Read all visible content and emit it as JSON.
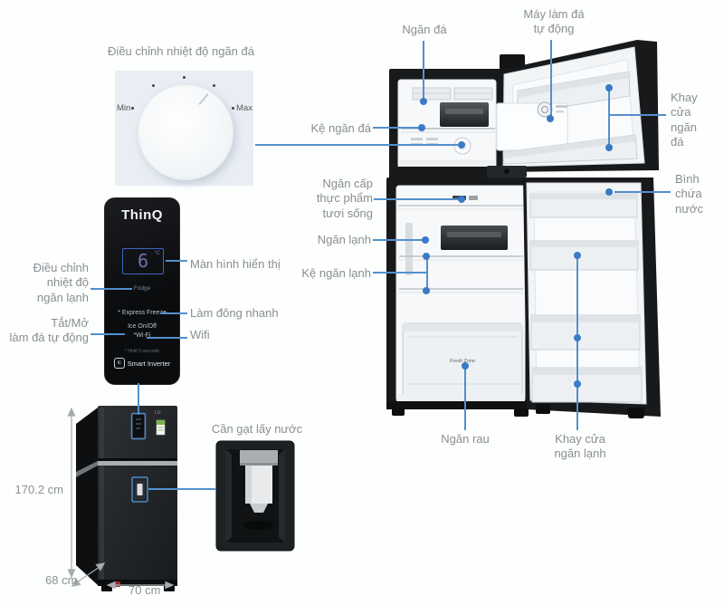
{
  "colors": {
    "accent": "#5390cc",
    "dot": "#3a7ac6",
    "label_gray": "#8a8e92"
  },
  "dial_section": {
    "title": "Điều chỉnh nhiệt độ ngăn đá",
    "min_label": "Min",
    "max_label": "Max"
  },
  "control_panel": {
    "brand": "ThinQ",
    "display_value": "6",
    "display_unit": "°C",
    "mode_label": "Fridge",
    "express_freeze": "* Express Freeze",
    "ice_on_off": "Ice On/Off",
    "wifi": "*Wi-Fi",
    "hold_note": "* Hold 3 seconds",
    "smart_inverter": "Smart Inverter",
    "smart_inverter_icon": "ic"
  },
  "panel_callouts": {
    "temp_adjust": "Điều chỉnh\nnhiệt độ\nngăn lạnh",
    "display": "Màn hình hiển thị",
    "quick_freeze": "Làm đông nhanh",
    "ice_toggle": "Tắt/Mở\nlàm đá tự động",
    "wifi": "Wifi"
  },
  "fridge_callouts": {
    "freezer": "Ngăn đá",
    "ice_maker": "Máy làm đá\ntự động",
    "freezer_door_tray": "Khay\ncửa\nngăn\nđá",
    "water_tank": "Bình\nchứa\nnước",
    "freezer_shelf": "Kệ ngăn đá",
    "fresh_food": "Ngăn cấp\nthực phẩm\ntươi sống",
    "fridge_comp": "Ngăn lạnh",
    "fridge_shelf": "Kệ ngăn lạnh",
    "veg_drawer": "Ngăn rau",
    "fridge_door_tray": "Khay cửa\nngăn lạnh",
    "drawer_text": "Fresh Zone"
  },
  "exterior": {
    "height": "170.2 cm",
    "depth": "68 cm",
    "width": "70 cm",
    "dispenser_label": "Cần gạt lấy nước",
    "logo": "LG"
  }
}
